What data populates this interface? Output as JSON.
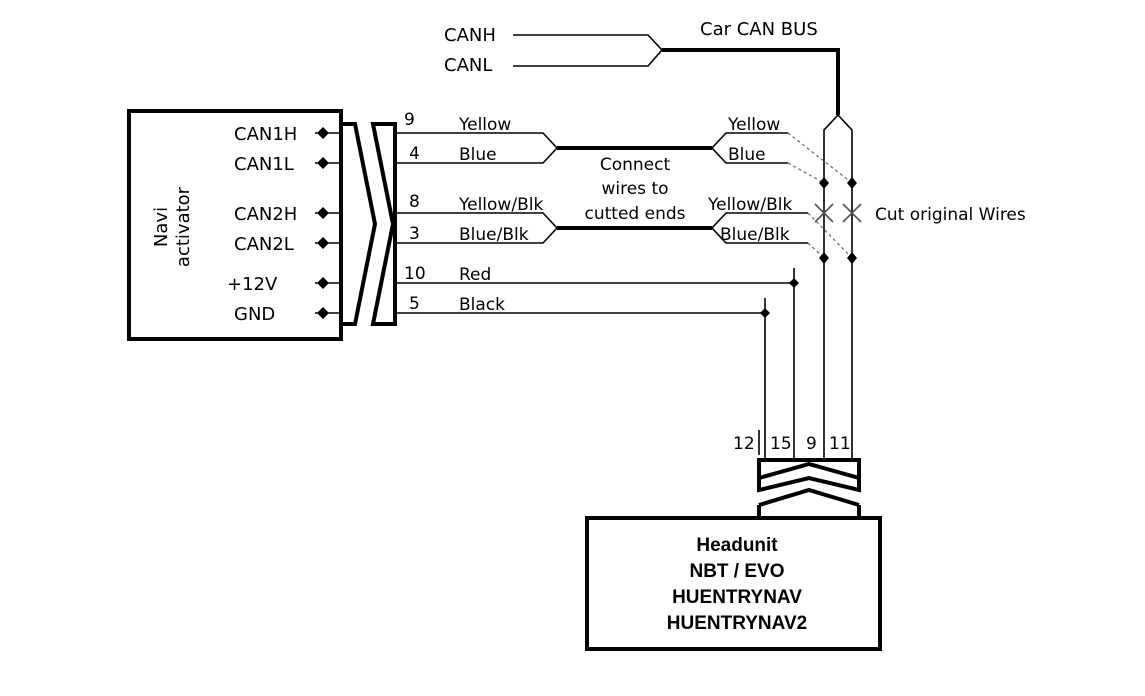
{
  "bus": {
    "title": "Car CAN BUS",
    "canh": "CANH",
    "canl": "CANL"
  },
  "activator": {
    "title_line1": "Navi",
    "title_line2": "activator",
    "pins": [
      "CAN1H",
      "CAN1L",
      "CAN2H",
      "CAN2L",
      "+12V",
      "GND"
    ]
  },
  "wires": [
    {
      "pin": "9",
      "color": "Yellow"
    },
    {
      "pin": "4",
      "color": "Blue"
    },
    {
      "pin": "8",
      "color": "Yellow/Blk"
    },
    {
      "pin": "3",
      "color": "Blue/Blk"
    },
    {
      "pin": "10",
      "color": "Red"
    },
    {
      "pin": "5",
      "color": "Black"
    }
  ],
  "original_wires": [
    "Yellow",
    "Blue",
    "Yellow/Blk",
    "Blue/Blk"
  ],
  "connect_note": [
    "Connect",
    "wires to",
    "cutted ends"
  ],
  "cut_note": "Cut original Wires",
  "headunit": {
    "pins": [
      "12",
      "15",
      "9",
      "11"
    ],
    "lines": [
      "Headunit",
      "NBT / EVO",
      "HUENTRYNAV",
      "HUENTRYNAV2"
    ]
  }
}
